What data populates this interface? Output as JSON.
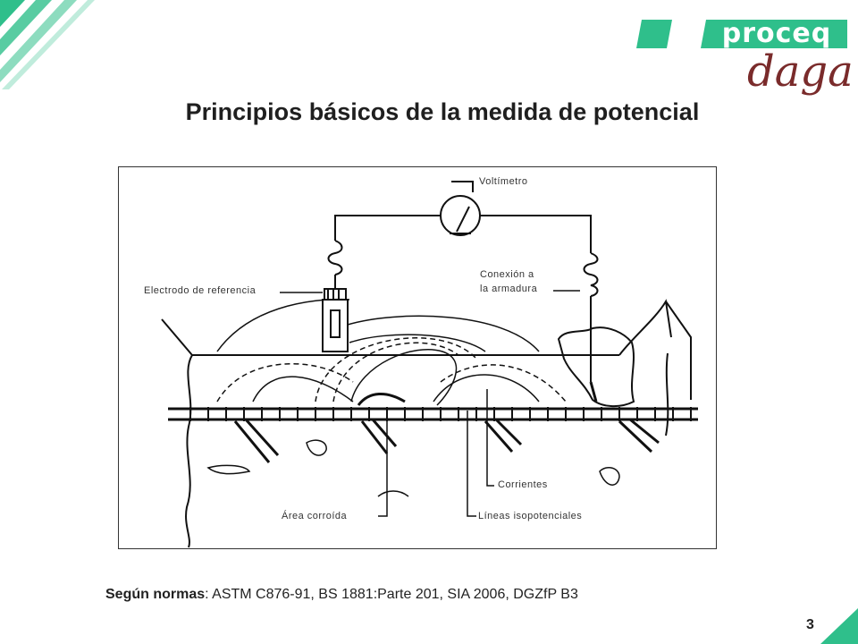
{
  "brand": {
    "proceq": "proceq",
    "daga": "daga",
    "accent_color": "#2fbf8b"
  },
  "slide": {
    "title": "Principios básicos de la medida de potencial",
    "page_number": "3"
  },
  "figure": {
    "labels": {
      "voltmeter": "Voltímetro",
      "reference_electrode": "Electrodo de referencia",
      "rebar_connection_line1": "Conexión a",
      "rebar_connection_line2": "la armadura",
      "currents": "Corrientes",
      "corroded_area": "Área corroída",
      "isopotential_lines": "Líneas isopotenciales"
    }
  },
  "footer": {
    "norms_label": "Según normas",
    "norms_text": ": ASTM C876-91, BS 1881:Parte 201, SIA 2006, DGZfP B3"
  }
}
